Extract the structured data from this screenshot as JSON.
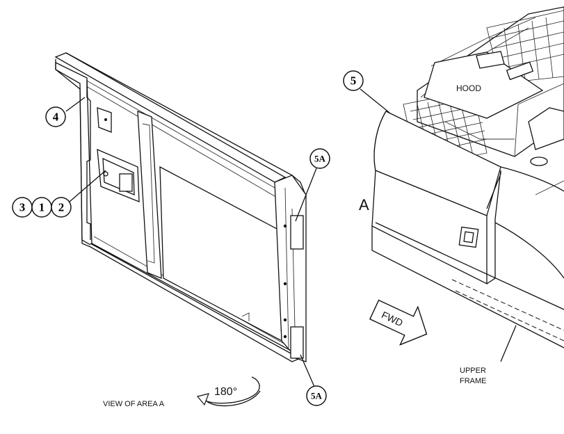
{
  "callouts": {
    "c4": "4",
    "c3": "3",
    "c1": "1",
    "c2": "2",
    "c5a_top": "5A",
    "c5a_bottom": "5A",
    "c5": "5"
  },
  "labels": {
    "view_of_area": "VIEW OF AREA A",
    "rotation": "180°",
    "area_marker": "A",
    "hood": "HOOD",
    "fwd": "FWD",
    "upper_frame_line1": "UPPER",
    "upper_frame_line2": "FRAME"
  },
  "icons": {
    "rotation_arrow": "curved-arrow-icon",
    "forward_arrow": "forward-arrow-icon"
  }
}
